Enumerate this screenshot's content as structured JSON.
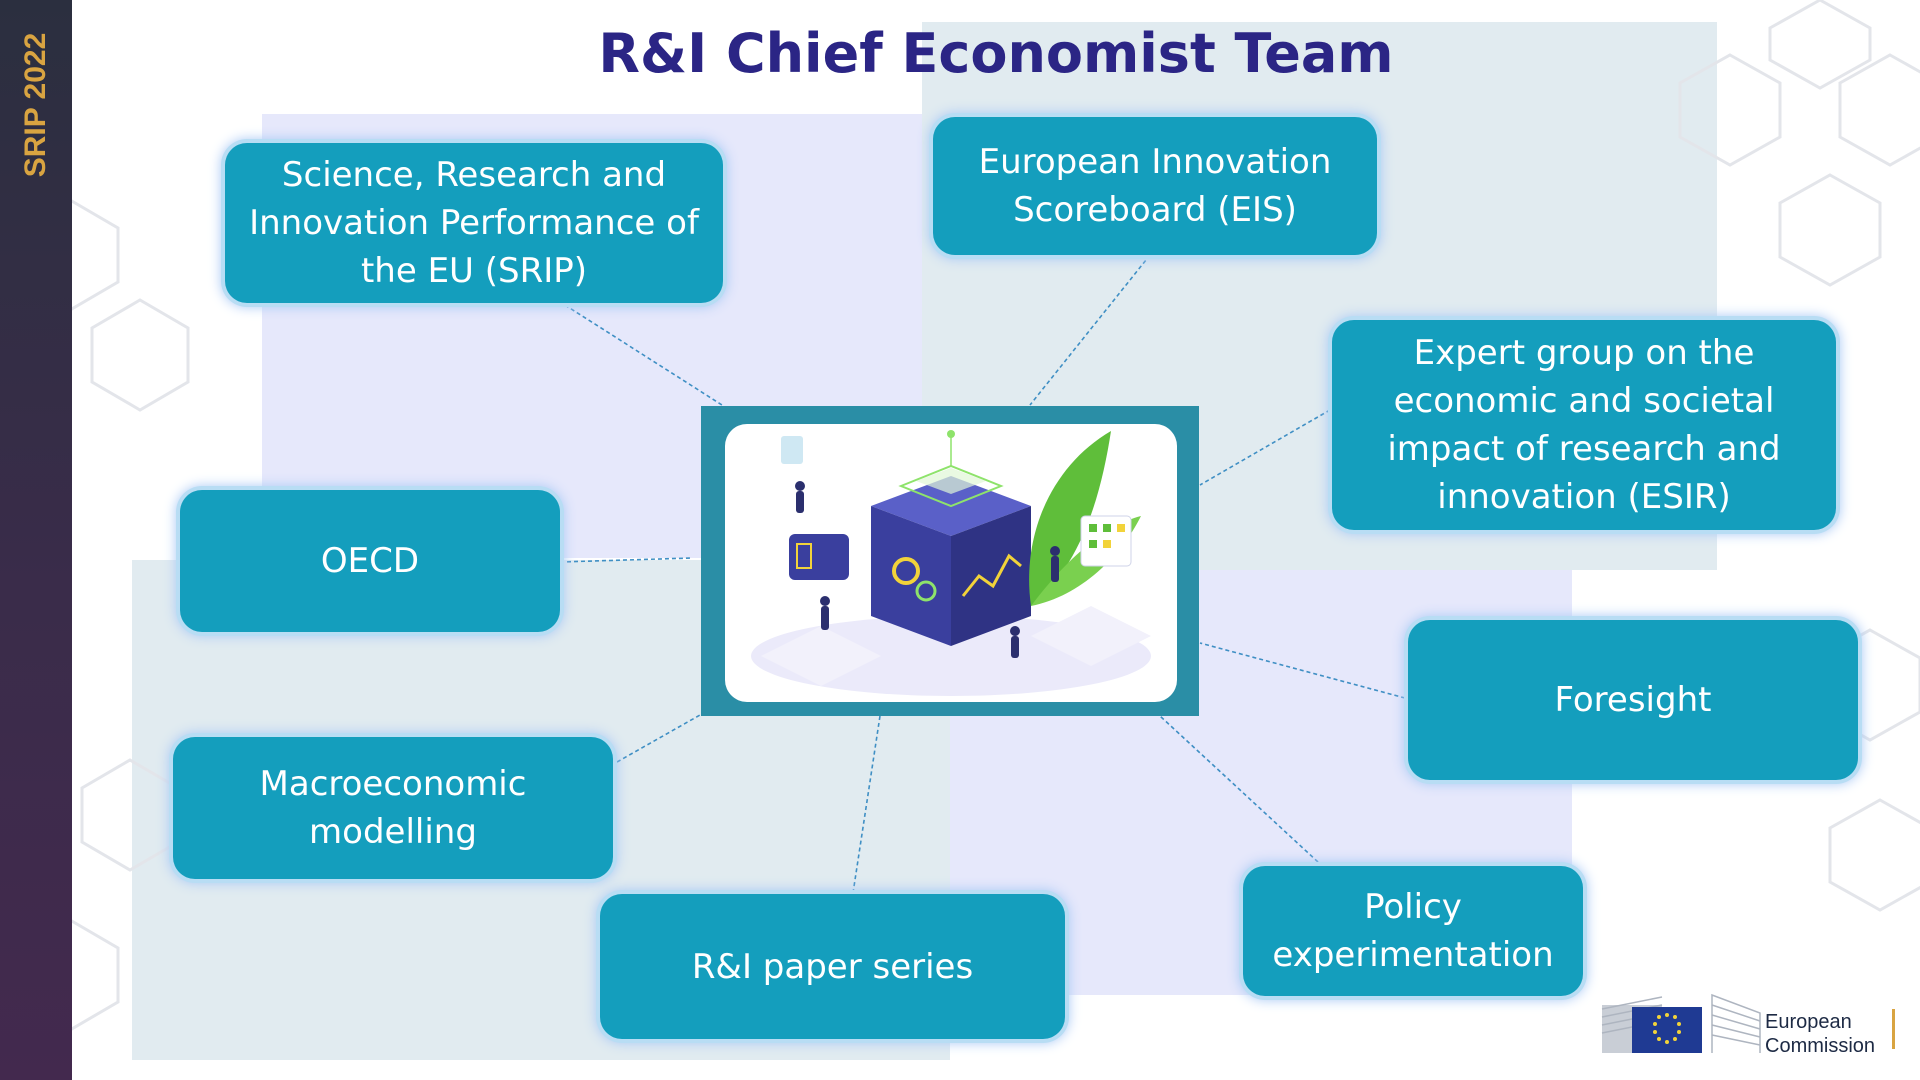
{
  "sidebar": {
    "label": "SRIP 2022"
  },
  "title": "R&I Chief Economist Team",
  "nodes": [
    {
      "id": "srip",
      "label": "Science, Research and Innovation Performance of the EU (SRIP)"
    },
    {
      "id": "eis",
      "label": "European Innovation Scoreboard (EIS)"
    },
    {
      "id": "esir",
      "label": "Expert group on the economic and societal impact of research and innovation (ESIR)"
    },
    {
      "id": "oecd",
      "label": "OECD"
    },
    {
      "id": "foresight",
      "label": "Foresight"
    },
    {
      "id": "macro",
      "label": "Macroeconomic modelling"
    },
    {
      "id": "paper",
      "label": "R&I paper series"
    },
    {
      "id": "policy",
      "label": "Policy experimentation"
    }
  ],
  "logo": {
    "line1": "European",
    "line2": "Commission"
  },
  "colors": {
    "title": "#2b2585",
    "node": "#149ebd",
    "sidebar_text": "#d9a441"
  }
}
